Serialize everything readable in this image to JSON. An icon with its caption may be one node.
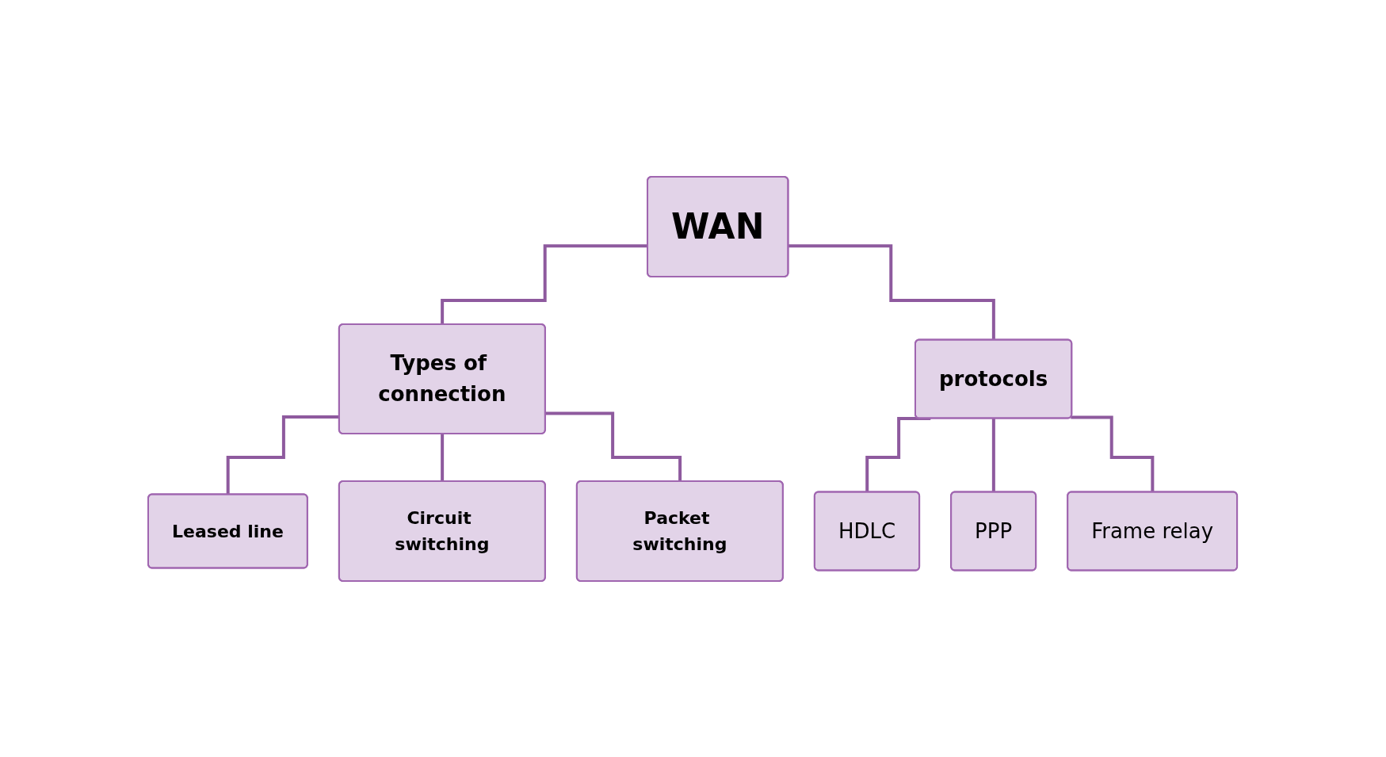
{
  "diagram": {
    "nodes": [
      {
        "text": [
          "WAN"
        ]
      },
      {
        "text": [
          "Types of connection"
        ]
      },
      {
        "text": [
          "protocols"
        ]
      },
      {
        "text": [
          "Leased line"
        ]
      },
      {
        "text": [
          "Circuit switching"
        ]
      },
      {
        "text": [
          "Packet switching"
        ]
      },
      {
        "text": [
          "HDLC"
        ]
      },
      {
        "text": [
          "PPP"
        ]
      },
      {
        "text": [
          "Frame relay"
        ]
      }
    ],
    "edges": [
      {
        "from": 0,
        "to": 1,
        "arrow": "none"
      },
      {
        "from": 0,
        "to": 2,
        "arrow": "none"
      },
      {
        "from": 1,
        "to": 3,
        "arrow": "none"
      },
      {
        "from": 1,
        "to": 4,
        "arrow": "none"
      },
      {
        "from": 1,
        "to": 5,
        "arrow": "none"
      },
      {
        "from": 2,
        "to": 6,
        "arrow": "none"
      },
      {
        "from": 2,
        "to": 7,
        "arrow": "none"
      },
      {
        "from": 2,
        "to": 8,
        "arrow": "none"
      }
    ]
  }
}
